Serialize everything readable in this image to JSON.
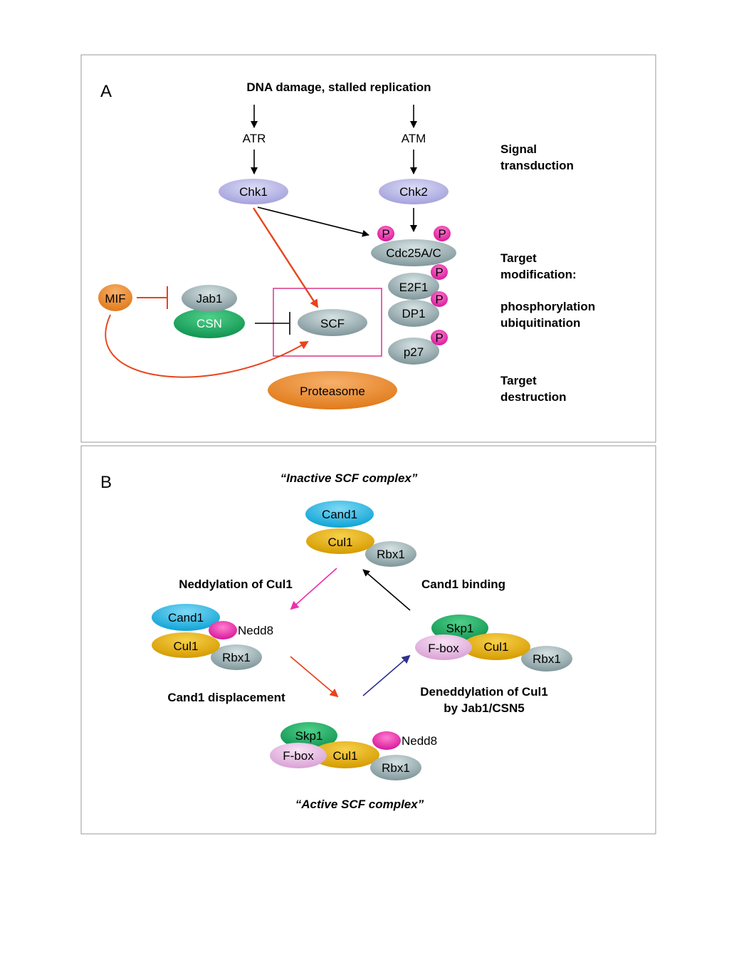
{
  "panel_a": {
    "letter": "A",
    "header": "DNA damage, stalled replication",
    "kinases": {
      "atr": "ATR",
      "atm": "ATM"
    },
    "checkpoints": {
      "chk1": "Chk1",
      "chk2": "Chk2"
    },
    "phospho": "P",
    "targets": {
      "cdc25": "Cdc25A/C",
      "e2f1": "E2F1",
      "dp1": "DP1",
      "p27": "p27"
    },
    "regulators": {
      "mif": "MIF",
      "jab1": "Jab1",
      "csn": "CSN",
      "scf": "SCF",
      "proteasome": "Proteasome"
    },
    "side_labels": {
      "signal_1": "Signal",
      "signal_2": "transduction",
      "target_mod_1": "Target",
      "target_mod_2": "modification:",
      "phosphorylation": "phosphorylation",
      "ubiquitination": "ubiquitination",
      "destruction_1": "Target",
      "destruction_2": "destruction"
    }
  },
  "panel_b": {
    "letter": "B",
    "inactive_title": "“Inactive SCF complex”",
    "active_title": "“Active SCF complex”",
    "steps": {
      "neddylation": "Neddylation of Cul1",
      "cand1_binding": "Cand1 binding",
      "cand1_displacement": "Cand1 displacement",
      "deneddylation_1": "Deneddylation of Cul1",
      "deneddylation_2": "by Jab1/CSN5"
    },
    "proteins": {
      "cand1": "Cand1",
      "cul1": "Cul1",
      "rbx1": "Rbx1",
      "nedd8": "Nedd8",
      "skp1": "Skp1",
      "fbox": "F-box"
    }
  },
  "colors": {
    "lavender": "#b3b1e6",
    "grey_teal": "#9eb3b7",
    "magenta": "#ee2fae",
    "orange": "#f08c2c",
    "green": "#1aaa5e",
    "cyan": "#1fb6e6",
    "gold": "#e6ae08",
    "pink": "#e4b6e1",
    "red_arrow": "#e8441c",
    "navy_arrow": "#2e3192",
    "box_border": "#d6287e"
  }
}
